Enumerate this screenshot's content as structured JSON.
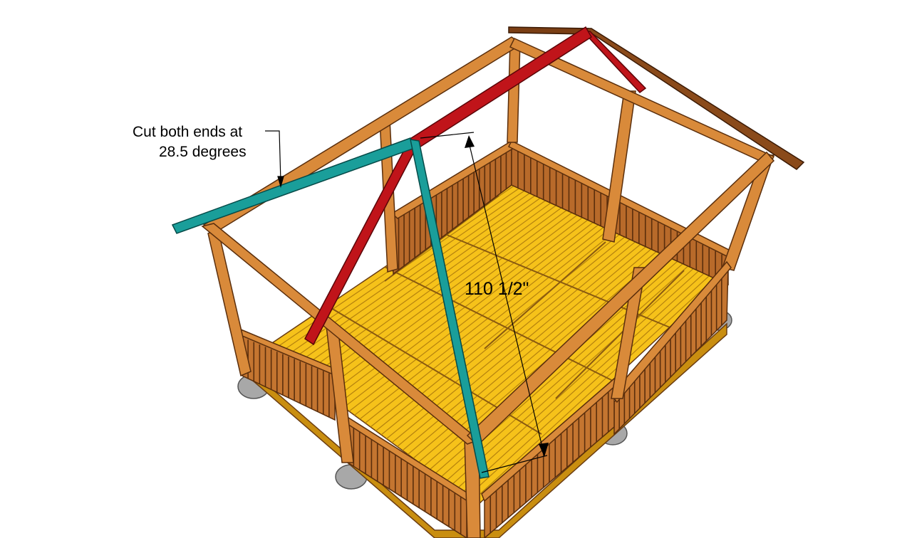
{
  "annotation": {
    "line1": "Cut both ends at",
    "line2": "28.5 degrees"
  },
  "dimension": {
    "label": "110 1/2\""
  },
  "colors": {
    "background": "#ffffff",
    "deck": "#f6c21a",
    "deck_dark": "#c98e10",
    "post": "#d98a3a",
    "post_dark": "#a5622a",
    "railing": "#9a5c28",
    "red_rafter": "#c0141a",
    "teal_rafter": "#1a9e9a",
    "brown_rafter": "#7a3e14",
    "block": "#a8a8a8"
  },
  "icons": {
    "arrow": "dimension-arrow-icon"
  }
}
